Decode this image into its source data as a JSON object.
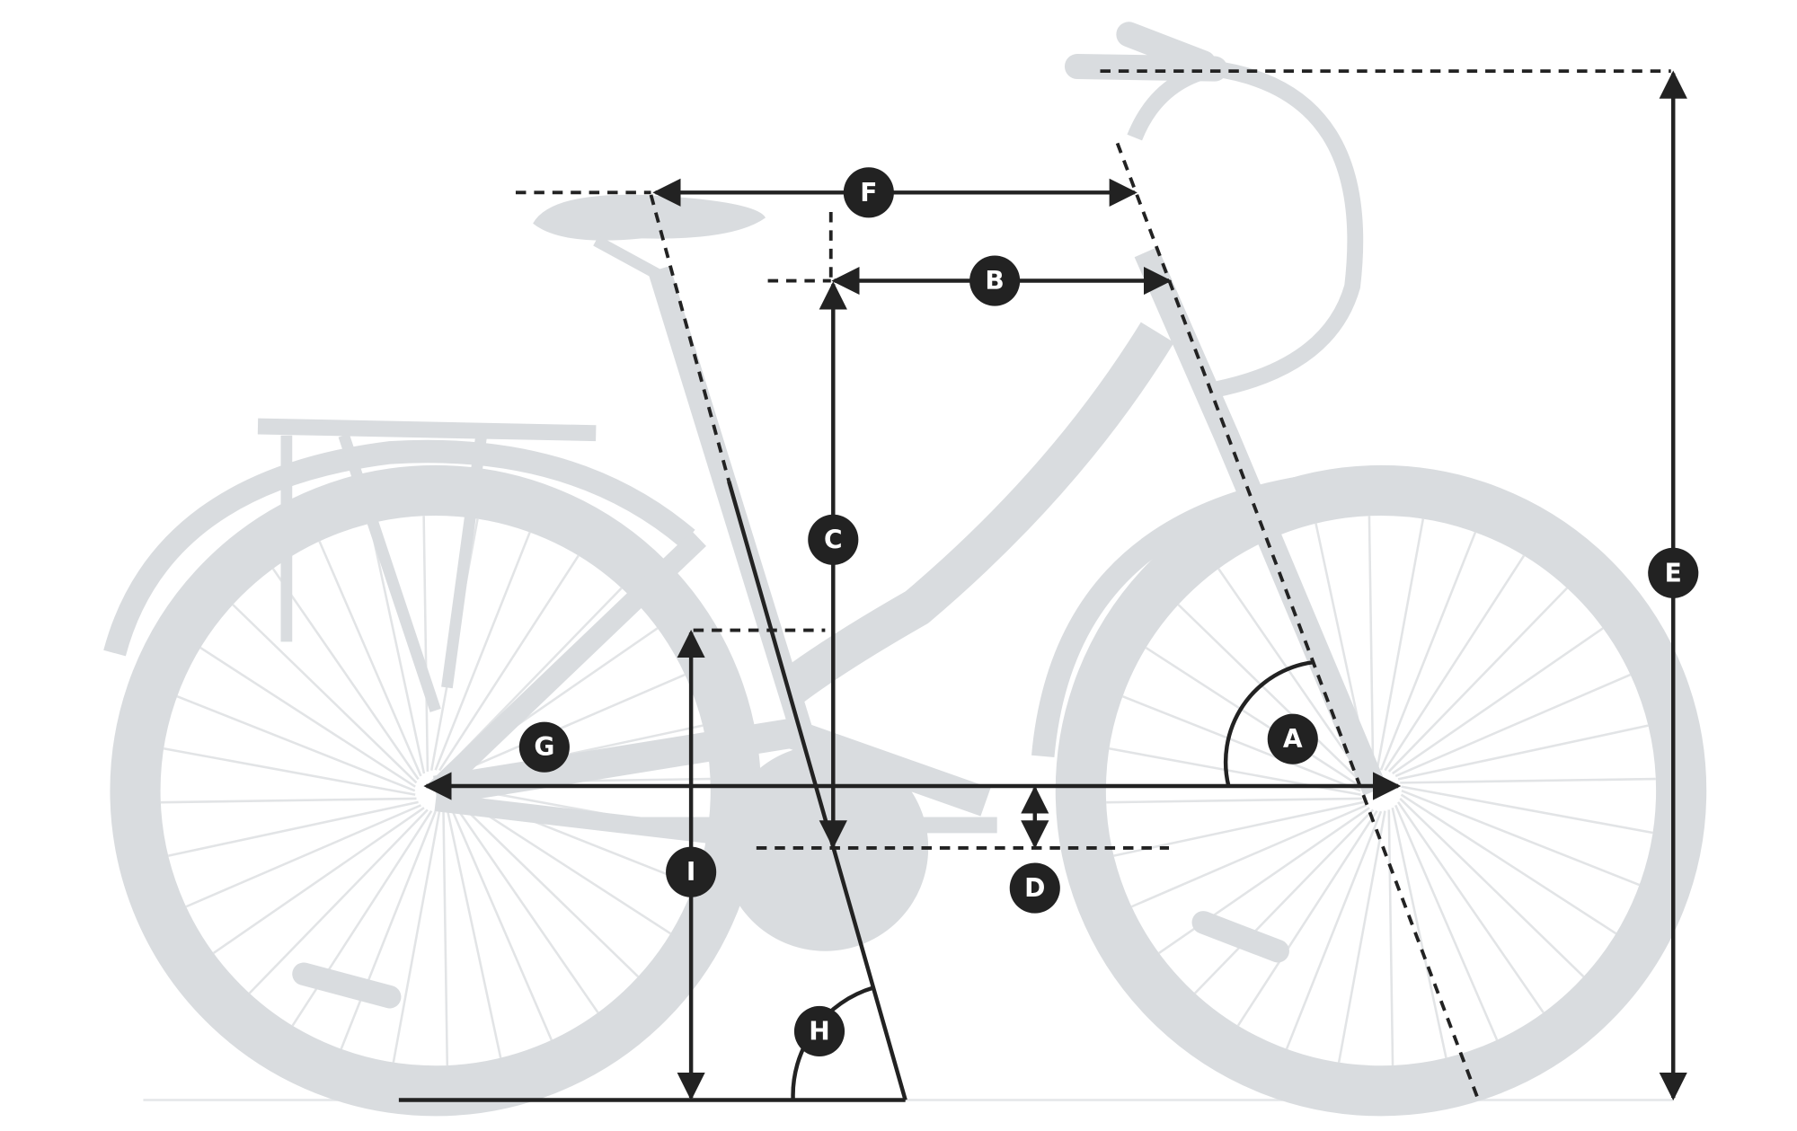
{
  "diagram": {
    "title_visible": false,
    "colors": {
      "silhouette": "#d9dcdf",
      "measure": "#222222",
      "label_text": "#ffffff"
    },
    "labels": {
      "A": "A",
      "B": "B",
      "C": "C",
      "D": "D",
      "E": "E",
      "F": "F",
      "G": "G",
      "H": "H",
      "I": "I"
    }
  }
}
